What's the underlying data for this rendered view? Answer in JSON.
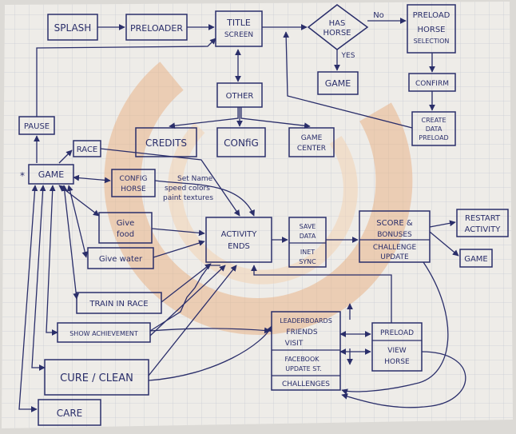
{
  "colors": {
    "ink": "#2a2e6a",
    "paper": "#eeece8",
    "grid": "#c9cdd6",
    "watermark": "#e9b58a"
  },
  "nodes": {
    "splash": "SPLASH",
    "preloader": "PRELOADER",
    "title_screen": [
      "TITLE",
      "SCREEN"
    ],
    "has_horse": [
      "HAS",
      "HORSE"
    ],
    "no": "No",
    "yes": "YES",
    "game_top": "GAME",
    "preload_horse_selection": [
      "PRELOAD",
      "HORSE",
      "SELECTION"
    ],
    "confirm": "CONFIRM",
    "create_data_preload": [
      "CREATE",
      "DATA",
      "PRELOAD"
    ],
    "other": "OTHER",
    "credits": "CREDITS",
    "config": "CONfiG",
    "game_center": [
      "GAME",
      "CENTER"
    ],
    "pause": "PAUSE",
    "race": "RACE",
    "game_main": "GAME",
    "config_horse": [
      "CONFIG",
      "HORSE"
    ],
    "config_note": [
      "Set Name",
      "speed colors",
      "paint textures"
    ],
    "give_food": [
      "Give",
      "food"
    ],
    "give_water": "Give water",
    "train_in_race": "TRAIN IN RACE",
    "show_achievement": "SHOW ACHIEVEMENT",
    "cure_clean": "CURE / CLEAN",
    "care": "CARE",
    "activity_ends": [
      "ACTIVITY",
      "ENDS"
    ],
    "save_data": [
      "SAVE",
      "DATA"
    ],
    "inet_sync": [
      "INET",
      "SYNC"
    ],
    "score_bonuses": [
      "SCORE &",
      "BONUSES"
    ],
    "challenge_update": [
      "CHALLENGE",
      "UPDATE"
    ],
    "restart_activity": [
      "RESTART",
      "ACTIVITY"
    ],
    "game_right": "GAME",
    "leaderboards": "LEADERBOARDS",
    "friends": "FRIENDS",
    "visit": "VISIT",
    "facebook": [
      "FACEBOOK",
      "UPDATE ST."
    ],
    "challenges": "CHALLENGES",
    "preload_view_horse": [
      "PRELOAD",
      "VIEW",
      "HORSE"
    ],
    "asterisk": "*"
  }
}
